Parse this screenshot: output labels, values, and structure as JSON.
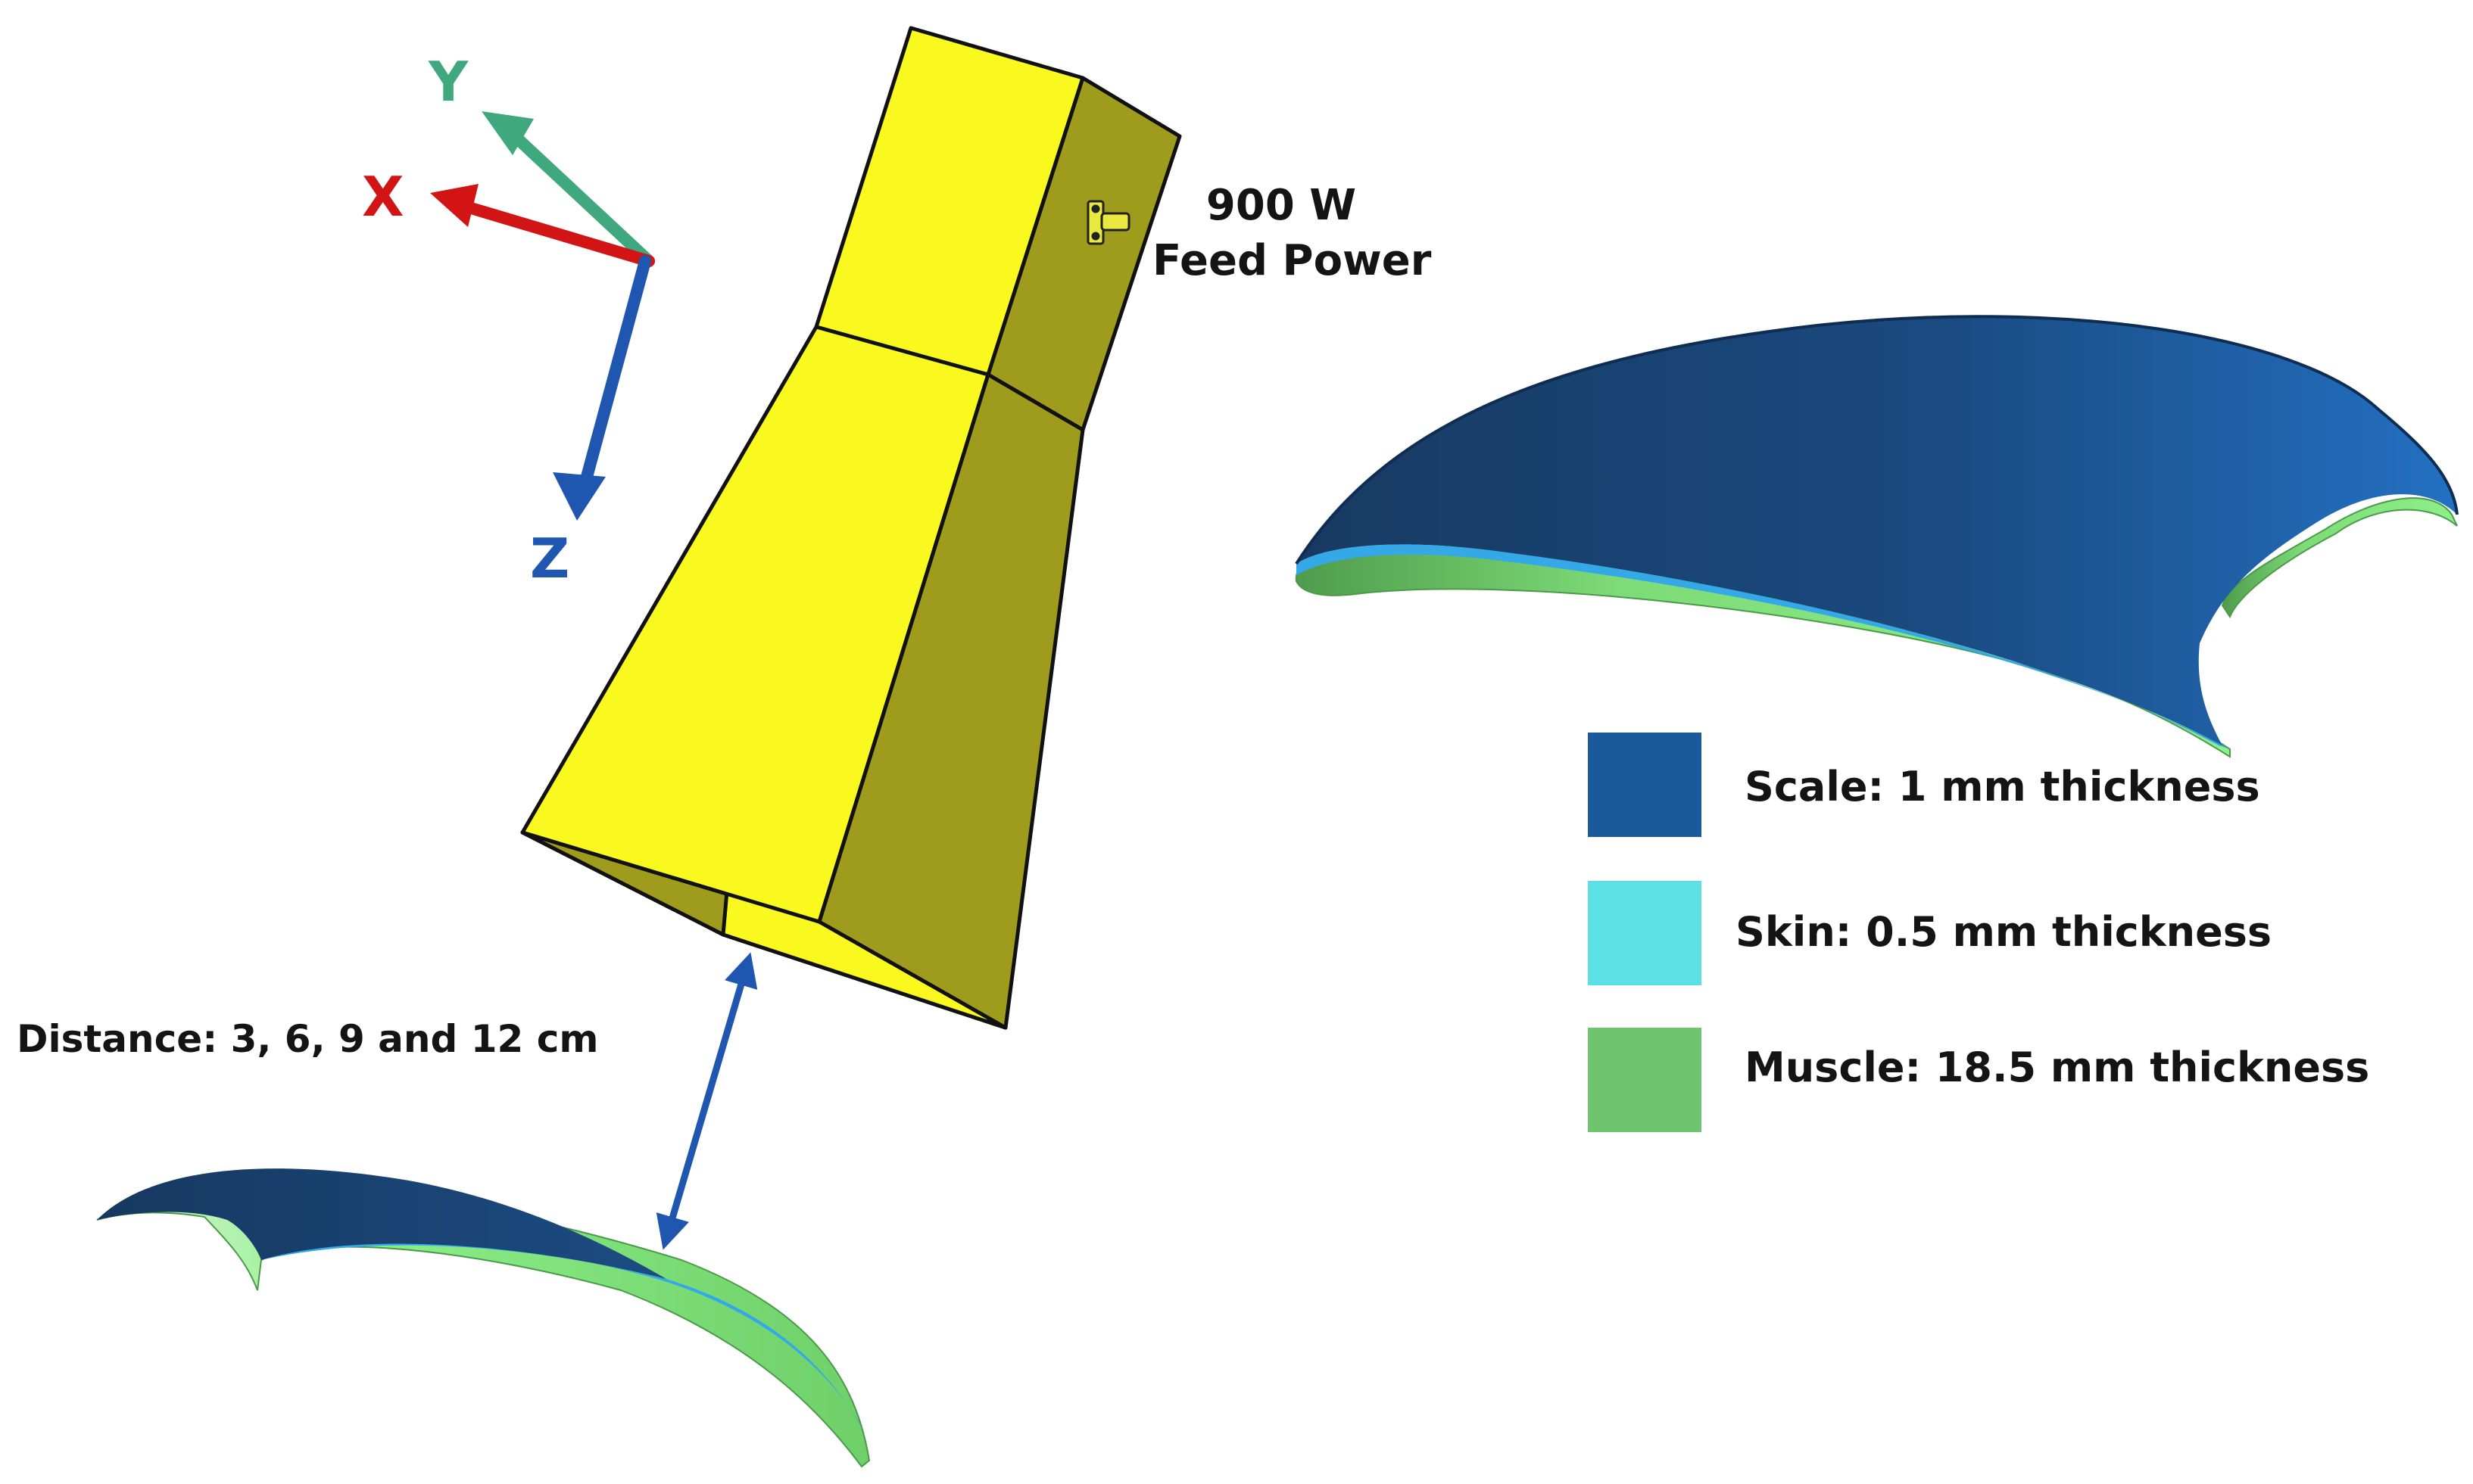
{
  "axes": {
    "x": {
      "label": "X",
      "color": "#d31414"
    },
    "y": {
      "label": "Y",
      "color": "#3fa87f"
    },
    "z": {
      "label": "Z",
      "color": "#1f56b0"
    }
  },
  "horn": {
    "power_value": "900 W",
    "power_label": "Feed Power",
    "front_color": "#f9f91f",
    "side_color": "#9f9b1c"
  },
  "distance": {
    "label": "Distance: 3, 6, 9 and 12 cm",
    "arrow_color": "#1f56b0"
  },
  "legend": [
    {
      "label": "Scale: 1 mm thickness",
      "color": "#1a5a9c"
    },
    {
      "label": "Skin: 0.5 mm thickness",
      "color": "#5ce0e6"
    },
    {
      "label": "Muscle: 18.5 mm thickness",
      "color": "#6ec46e"
    }
  ],
  "tissue_colors": {
    "scale": "#1a4a7e",
    "skin": "#35a9e8",
    "muscle": "#8ef08a",
    "muscle_dark": "#4a9a48"
  }
}
